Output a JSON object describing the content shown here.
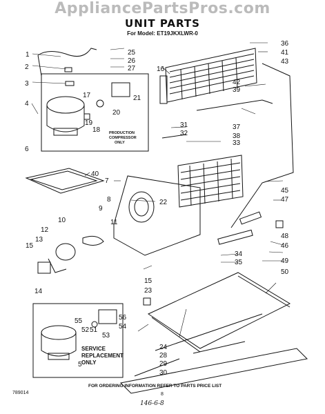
{
  "watermark": "AppliancePartsPros.com",
  "title": "UNIT PARTS",
  "model": "For Model: ET19JKXLWR-0",
  "callouts": [
    "1",
    "2",
    "3",
    "4",
    "5",
    "6",
    "7",
    "8",
    "9",
    "10",
    "11",
    "12",
    "13",
    "14",
    "15",
    "16",
    "17",
    "18",
    "19",
    "20",
    "21",
    "22",
    "23",
    "24",
    "25",
    "26",
    "27",
    "28",
    "29",
    "30",
    "31",
    "32",
    "33",
    "34",
    "35",
    "36",
    "37",
    "38",
    "39",
    "40",
    "41",
    "42",
    "43",
    "45",
    "46",
    "47",
    "48",
    "49",
    "50",
    "51",
    "52",
    "53",
    "54",
    "55",
    "56"
  ],
  "production_note": [
    "PRODUCTION",
    "COMPRESSOR",
    "ONLY"
  ],
  "service_note": [
    "SERVICE",
    "REPLACEMENT",
    "ONLY"
  ],
  "footer": "FOR ORDERING INFORMATION REFER TO PARTS PRICE LIST",
  "doc_code": "789014",
  "page_num": "8",
  "handwritten": "146-6-8"
}
